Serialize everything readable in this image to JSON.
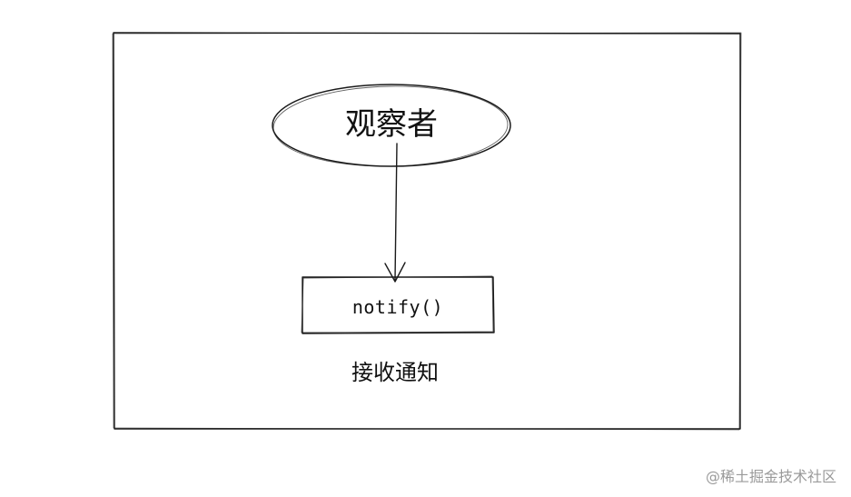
{
  "diagram": {
    "observer": "观察者",
    "method": "notify()",
    "caption": "接收通知"
  },
  "watermark": "@稀土掘金技术社区",
  "colors": {
    "stroke": "#1a1a1a",
    "background": "#ffffff",
    "watermark": "#9a9a9a"
  }
}
